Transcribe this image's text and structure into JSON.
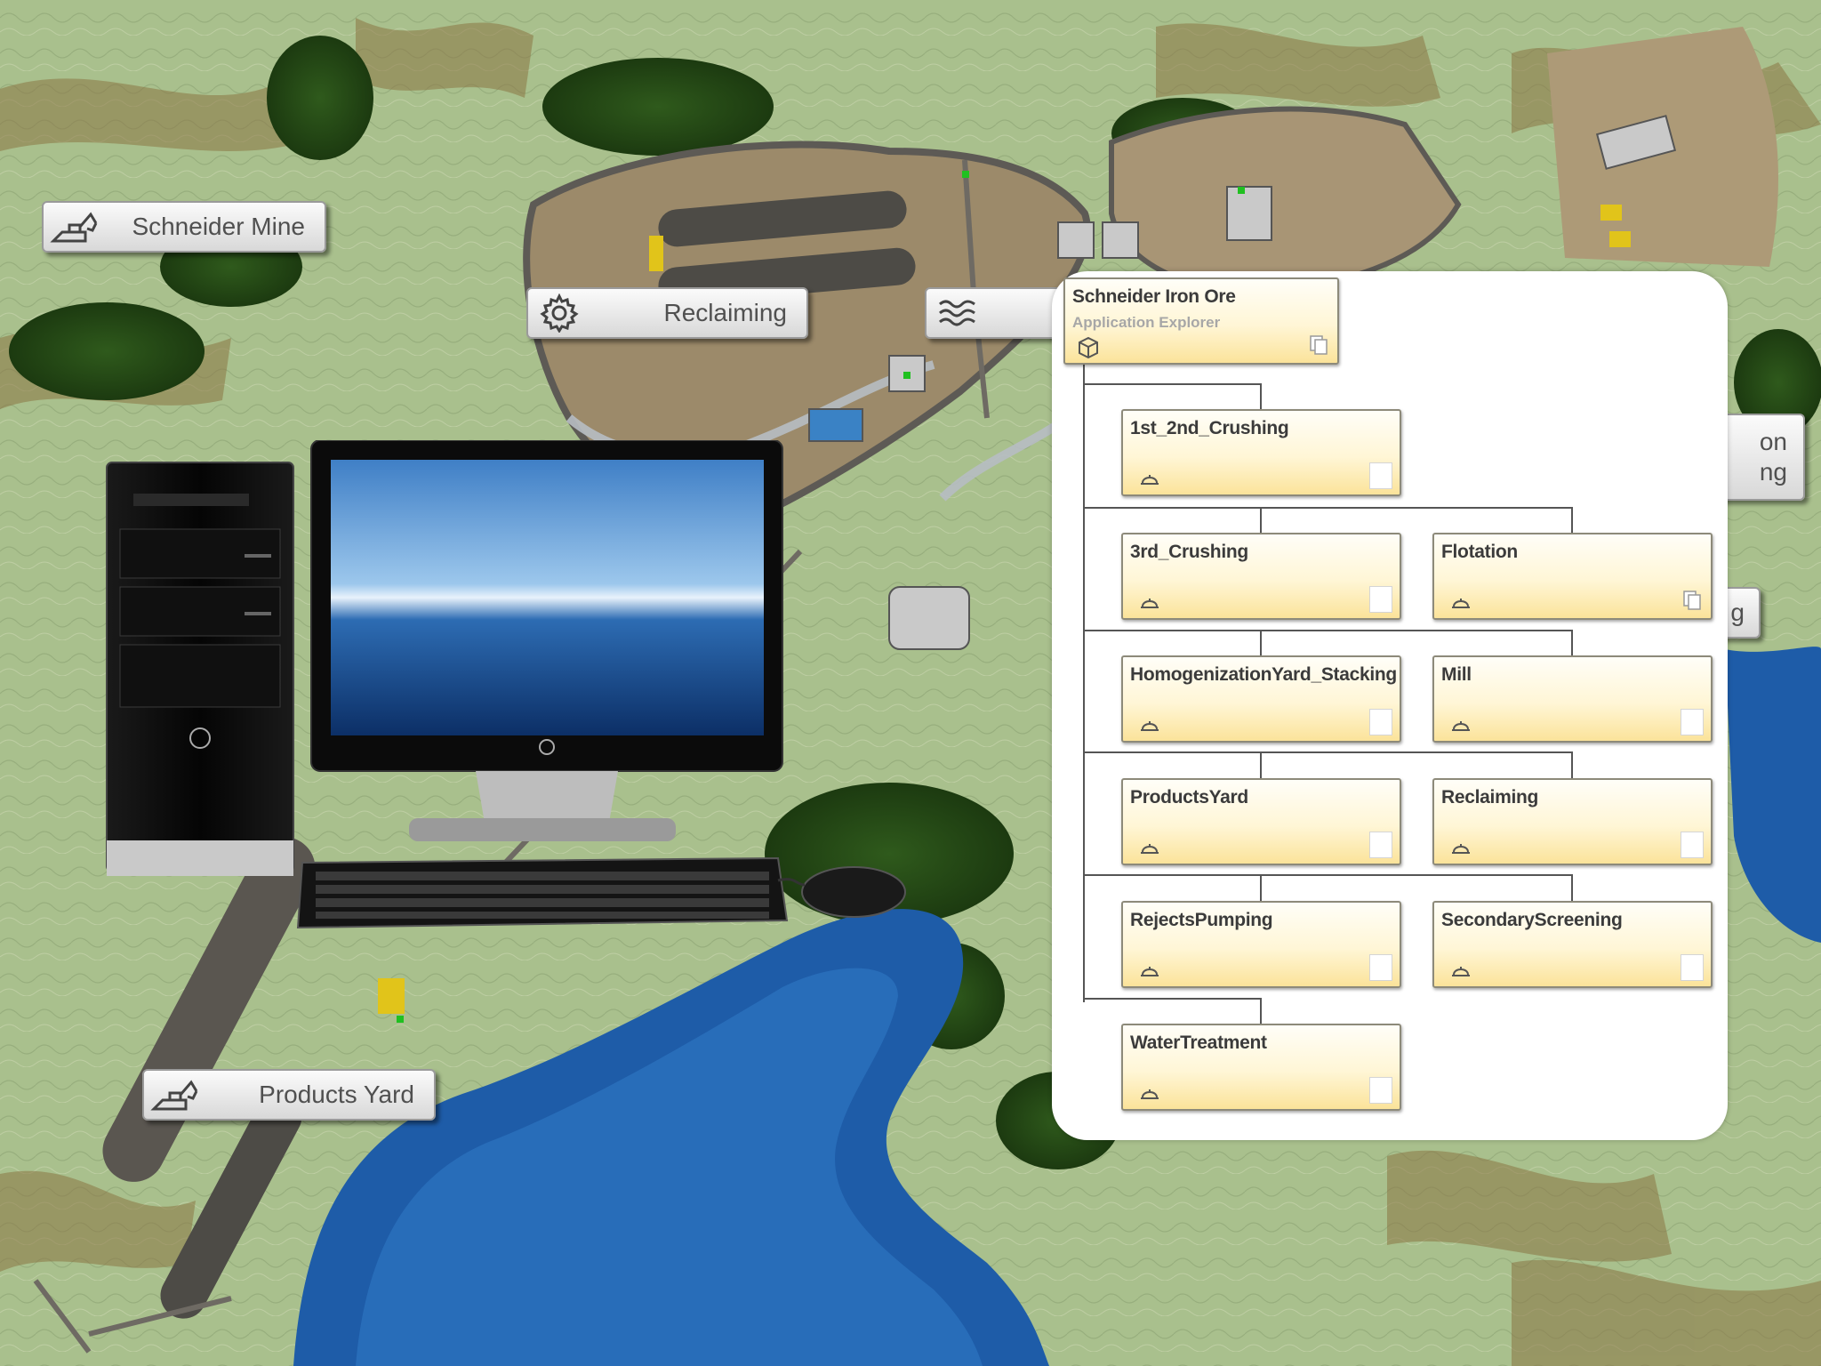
{
  "map_labels": [
    {
      "id": "schneider-mine",
      "text": "Schneider Mine",
      "icon": "excavator-icon"
    },
    {
      "id": "reclaiming",
      "text": "Reclaiming",
      "icon": "gear-icon"
    },
    {
      "id": "water",
      "text": "",
      "icon": "water-waves-icon"
    },
    {
      "id": "products-yard",
      "text": "Products Yard",
      "icon": "excavator-icon"
    }
  ],
  "partial_labels": [
    "on",
    "ng",
    "g"
  ],
  "explorer": {
    "root": {
      "name": "Schneider Iron Ore",
      "kind": "Application Explorer",
      "icon": "cube-icon",
      "badge": "copy-icon"
    },
    "nodes": [
      {
        "name": "1st_2nd_Crushing"
      },
      {
        "name": "3rd_Crushing"
      },
      {
        "name": "Flotation"
      },
      {
        "name": "HomogenizationYard_Stacking"
      },
      {
        "name": "Mill"
      },
      {
        "name": "ProductsYard"
      },
      {
        "name": "Reclaiming"
      },
      {
        "name": "RejectsPumping"
      },
      {
        "name": "SecondaryScreening"
      },
      {
        "name": "WaterTreatment"
      }
    ]
  },
  "colors": {
    "terrain": "#a9c08d",
    "water": "#1d5aa6",
    "node_fill": "#fff6d6",
    "node_bottom": "#fbe39a"
  }
}
